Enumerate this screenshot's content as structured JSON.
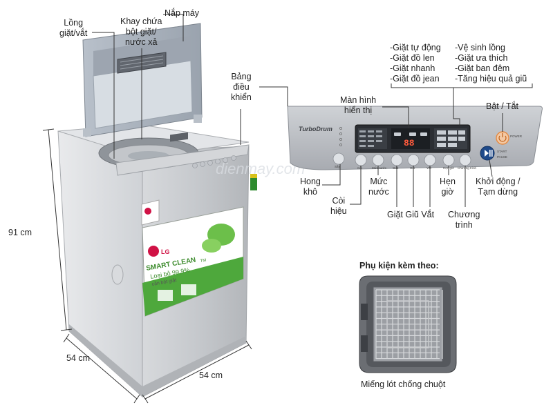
{
  "watermark": "dienmay.com",
  "brand": {
    "turbodrum": "TurboDrum",
    "lg": "LG",
    "smart_clean": "SMART CLEAN",
    "tm": "TM",
    "loai_bo": "Loại bỏ 99,9%",
    "can_bot_giat": "cặn bột giặt"
  },
  "labels": {
    "long_giat": [
      "Lồng",
      "giặt/vắt"
    ],
    "khay_chua": [
      "Khay chứa",
      "bột giặt/",
      "nước xả"
    ],
    "nap_may": "Nắp máy",
    "bang_dieu_khien": [
      "Bảng",
      "điều",
      "khiển"
    ],
    "program_list_left": [
      "-Giặt tự động",
      "-Giặt đồ len",
      "-Giặt nhanh",
      "-Giặt đồ jean"
    ],
    "program_list_right": [
      "-Vệ sinh lồng",
      "-Giặt ưa thích",
      "-Giặt ban đêm",
      "-Tăng hiệu quả giũ"
    ],
    "man_hinh": [
      "Màn hình",
      "hiển thị"
    ],
    "bat_tat": "Bật / Tắt",
    "hong_kho": [
      "Hong",
      "khô"
    ],
    "coi_hieu": [
      "Còi",
      "hiệu"
    ],
    "muc_nuoc": [
      "Mức",
      "nước"
    ],
    "giat_giu_vat": "Giặt Giũ Vắt",
    "hen_gio": [
      "Hẹn",
      "giờ"
    ],
    "chuong_trinh": [
      "Chương",
      "trình"
    ],
    "khoi_dong": [
      "Khởi động /",
      "Tạm dừng"
    ],
    "phu_kien": "Phụ kiện kèm theo:",
    "mieng_lot": "Miếng lót chống chuột"
  },
  "dimensions": {
    "height": "91 cm",
    "depth": "54 cm",
    "width": "54 cm"
  },
  "panel_text": {
    "power": "POWER",
    "start": "START",
    "pause": "PAUSE",
    "display_digits": "88",
    "btn_labels": [
      "Sấy",
      "Còi",
      "Mức nước",
      "Giặt",
      "Giũ",
      "Vắt",
      "Hẹn giờ",
      "Chương trình"
    ]
  },
  "colors": {
    "body_silver": "#c9ccd1",
    "panel_silver": "#b9bcc2",
    "lid_grey": "#a9b2bd",
    "sticker_green": "#4ea83c",
    "line": "#333333",
    "power_orange": "#e58a42"
  }
}
